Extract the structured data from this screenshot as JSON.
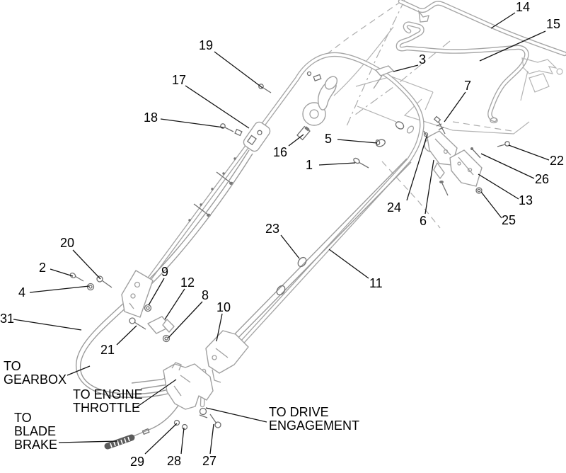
{
  "figure": {
    "type": "exploded-parts-diagram",
    "subject": "Walk-behind mower handle and controls assembly",
    "background_color": "#ffffff",
    "line_color": "#a5a5a5",
    "text_color": "#000000",
    "callouts": [
      {
        "num": "1"
      },
      {
        "num": "2"
      },
      {
        "num": "3"
      },
      {
        "num": "4"
      },
      {
        "num": "5"
      },
      {
        "num": "6"
      },
      {
        "num": "7"
      },
      {
        "num": "8"
      },
      {
        "num": "9"
      },
      {
        "num": "10"
      },
      {
        "num": "11"
      },
      {
        "num": "12"
      },
      {
        "num": "13"
      },
      {
        "num": "14"
      },
      {
        "num": "15"
      },
      {
        "num": "16"
      },
      {
        "num": "17"
      },
      {
        "num": "18"
      },
      {
        "num": "19"
      },
      {
        "num": "20"
      },
      {
        "num": "21"
      },
      {
        "num": "22"
      },
      {
        "num": "23"
      },
      {
        "num": "24"
      },
      {
        "num": "25"
      },
      {
        "num": "26"
      },
      {
        "num": "27"
      },
      {
        "num": "28"
      },
      {
        "num": "29"
      },
      {
        "num": "31"
      }
    ],
    "connection_labels": [
      {
        "id": "gearbox",
        "text": "TO GEARBOX"
      },
      {
        "id": "engine-throttle",
        "text": "TO ENGINE THROTTLE"
      },
      {
        "id": "blade-brake",
        "text": "TO BLADE BRAKE"
      },
      {
        "id": "drive-engagement",
        "text": "TO DRIVE ENGAGEMENT"
      }
    ]
  }
}
